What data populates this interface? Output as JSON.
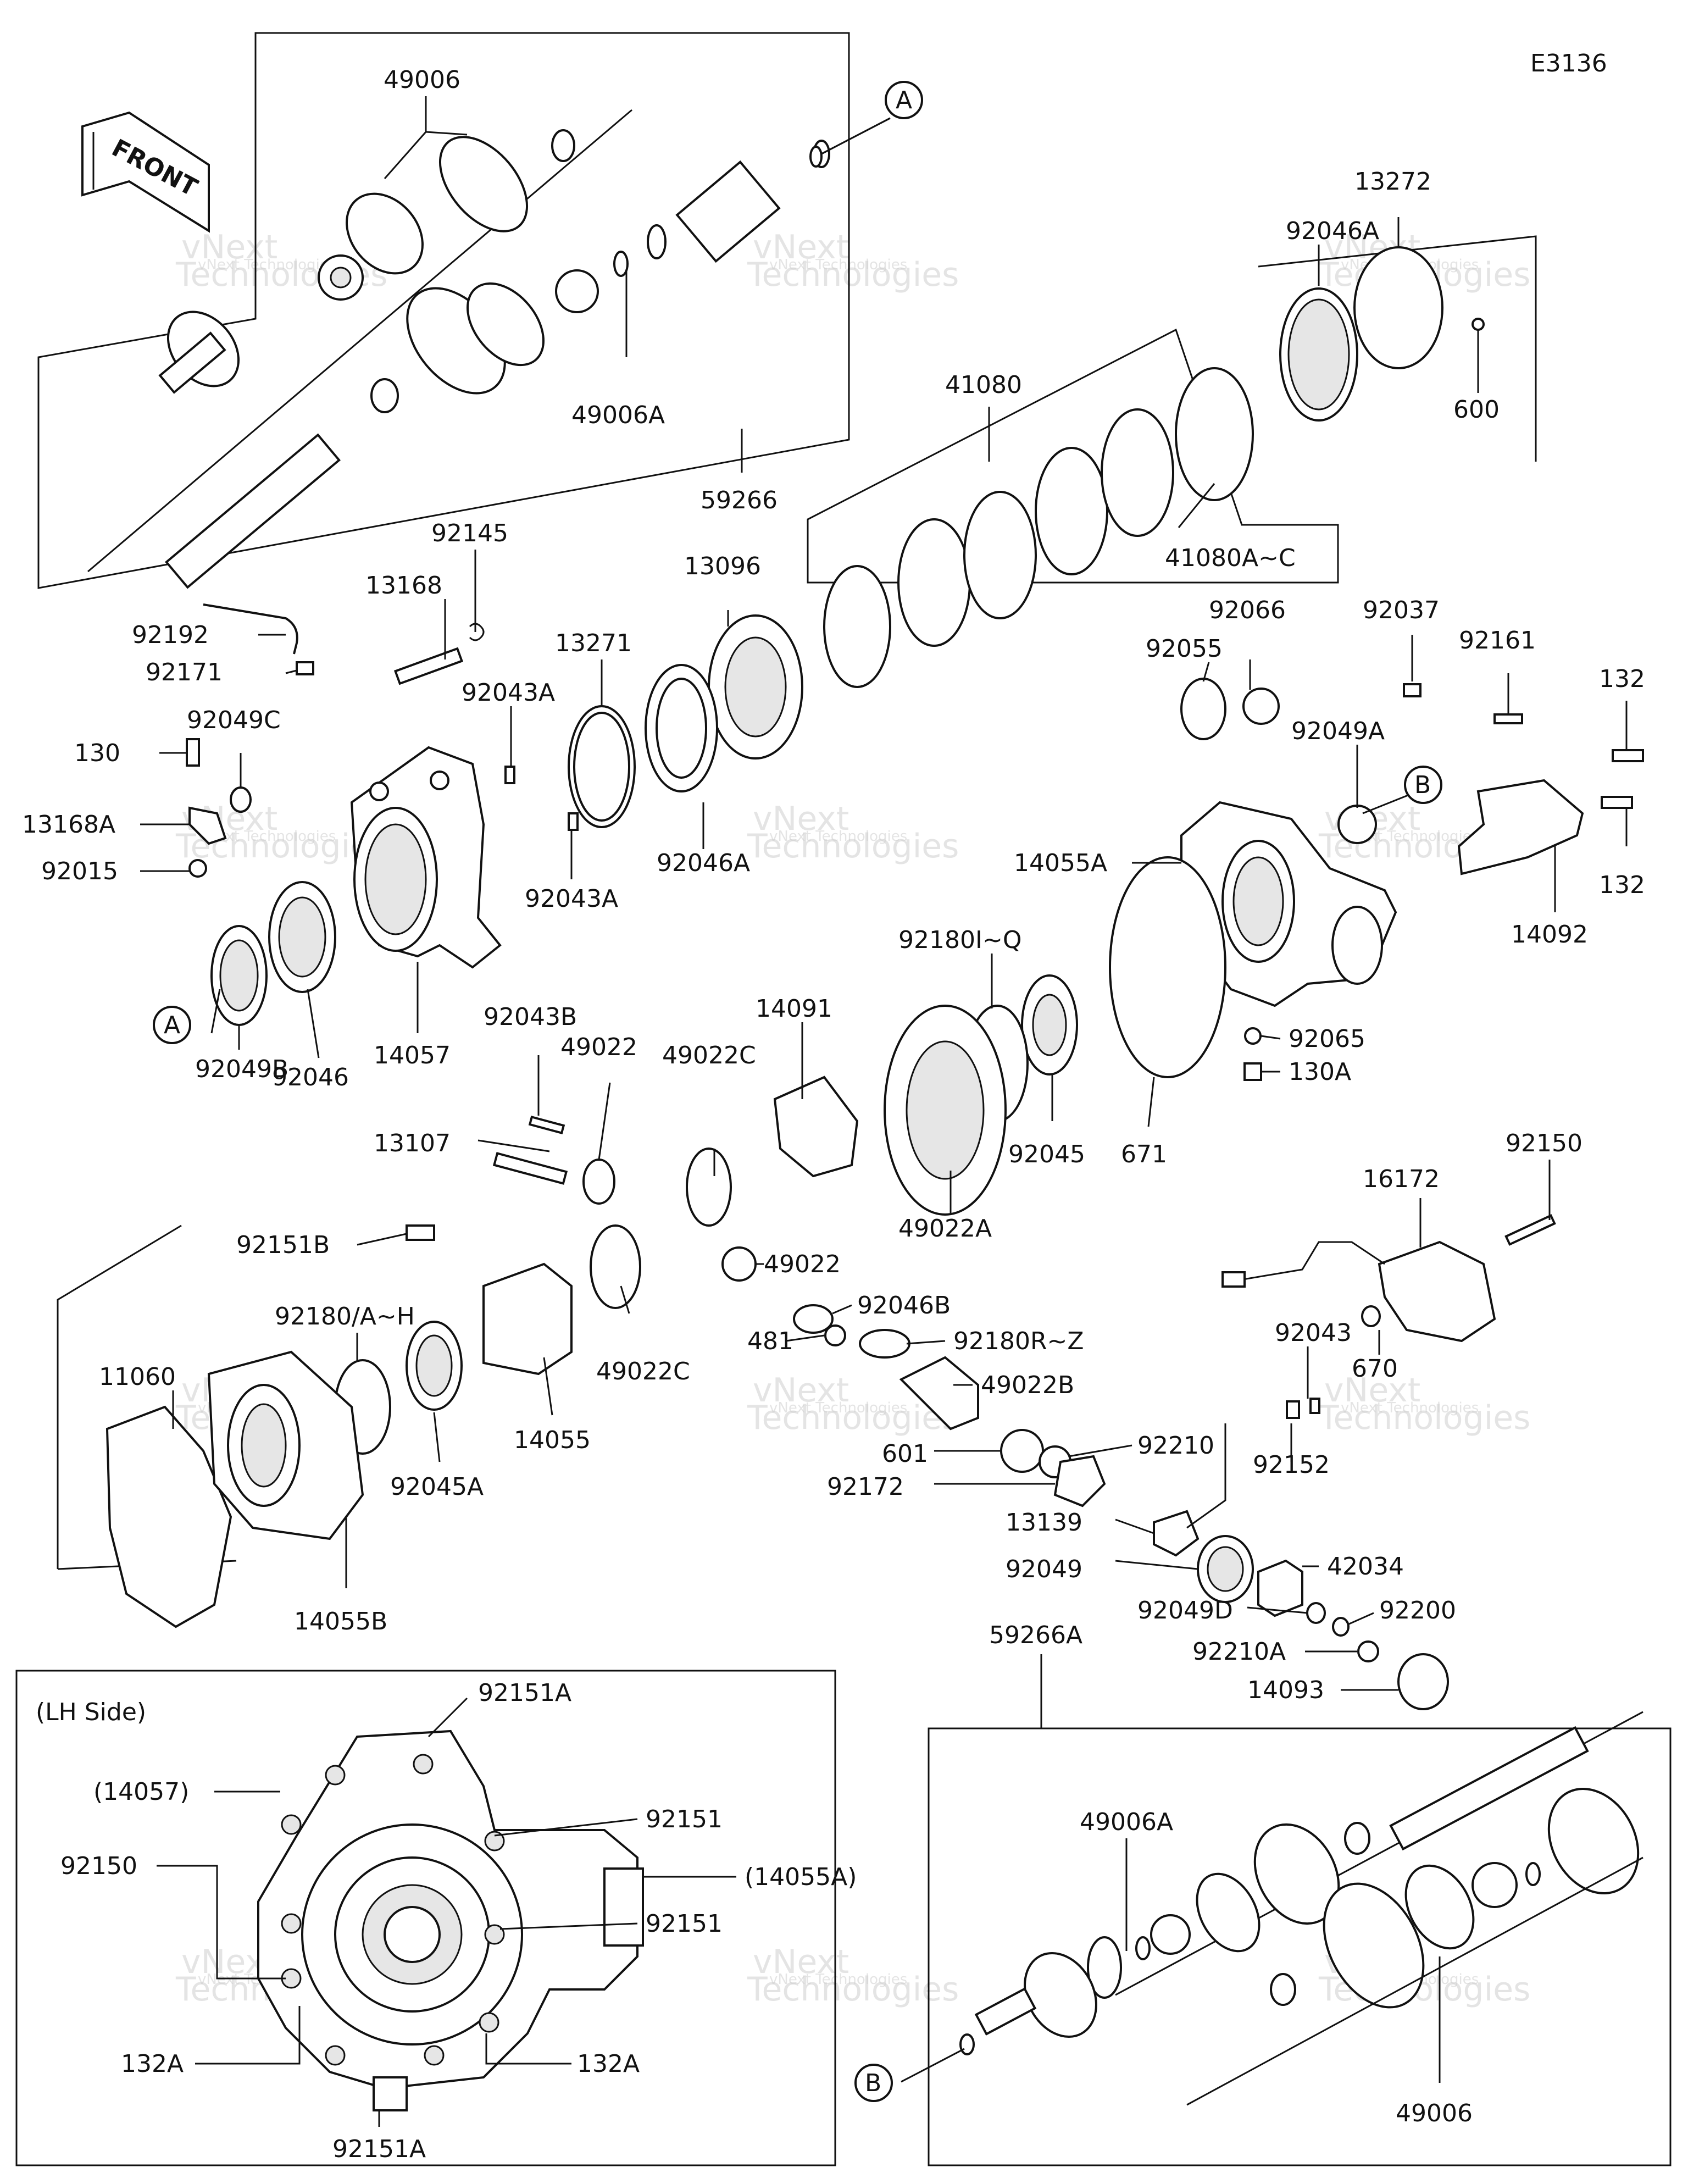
{
  "diagram_code": "E3136",
  "front_label": "FRONT",
  "lh_side_label": "(LH Side)",
  "watermark_line1": "vNext",
  "watermark_line2": "Technologies",
  "watermark_line3": "vNext Technologies",
  "callouts": {
    "A": "A",
    "B": "B"
  },
  "parts": [
    "49006",
    "49006A",
    "59266",
    "13272",
    "92046A",
    "600",
    "41080",
    "41080A~C",
    "92145",
    "13168",
    "13096",
    "92192",
    "92171",
    "92043A",
    "13271",
    "130",
    "92049C",
    "13168A",
    "92015",
    "92046A",
    "92043A",
    "92066",
    "92055",
    "92037",
    "92161",
    "132",
    "92049A",
    "14055A",
    "132",
    "14092",
    "92180I~Q",
    "92049B",
    "92046",
    "14057",
    "14091",
    "92043B",
    "49022",
    "49022C",
    "671",
    "92045",
    "92065",
    "130A",
    "13107",
    "49022A",
    "92150",
    "16172",
    "92151B",
    "49022",
    "92180/A~H",
    "92046B",
    "481",
    "92180R~Z",
    "11060",
    "49022C",
    "92043",
    "49022B",
    "92045A",
    "14055",
    "92210",
    "601",
    "92152",
    "670",
    "92172",
    "13139",
    "42034",
    "92049",
    "92049D",
    "92200",
    "14055B",
    "92210A",
    "59266A",
    "14093",
    "92151A",
    "(14057)",
    "92151",
    "49006A",
    "92150",
    "(14055A)",
    "92151",
    "132A",
    "132A",
    "92151A",
    "49006"
  ]
}
